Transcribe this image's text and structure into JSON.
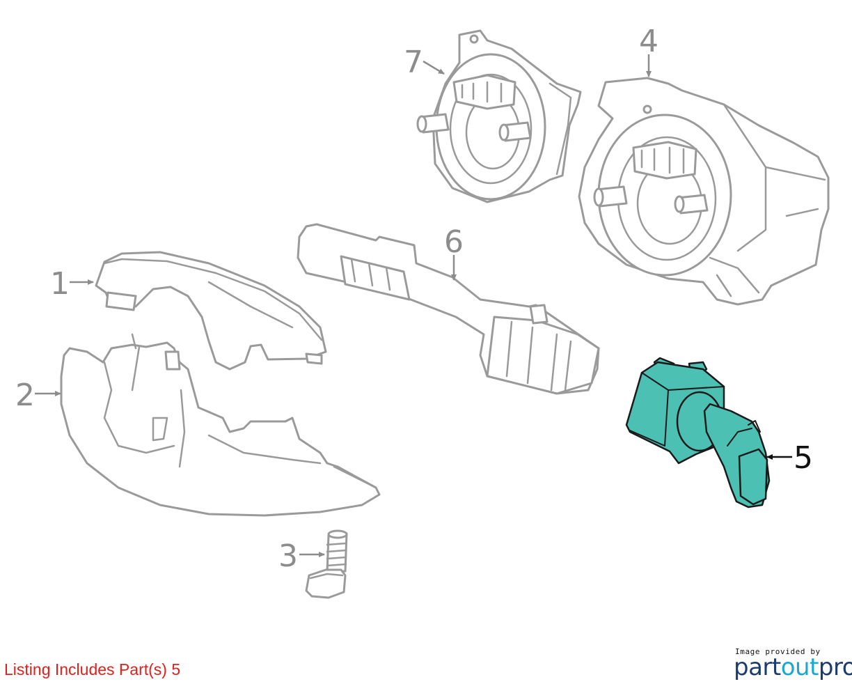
{
  "callouts": {
    "c1": "1",
    "c2": "2",
    "c3": "3",
    "c4": "4",
    "c5": "5",
    "c6": "6",
    "c7": "7"
  },
  "listing": {
    "caption": "Listing Includes Part(s) 5",
    "color": "#e0201b"
  },
  "provider": {
    "line": "Image provided by",
    "brand_part1": "part",
    "brand_part2": "out",
    "brand_part3": "pro",
    "brand_dark": "#1c3c6e",
    "brand_light": "#17a9cf"
  },
  "highlight": {
    "part": "5",
    "fill": "#4cc0b2"
  }
}
